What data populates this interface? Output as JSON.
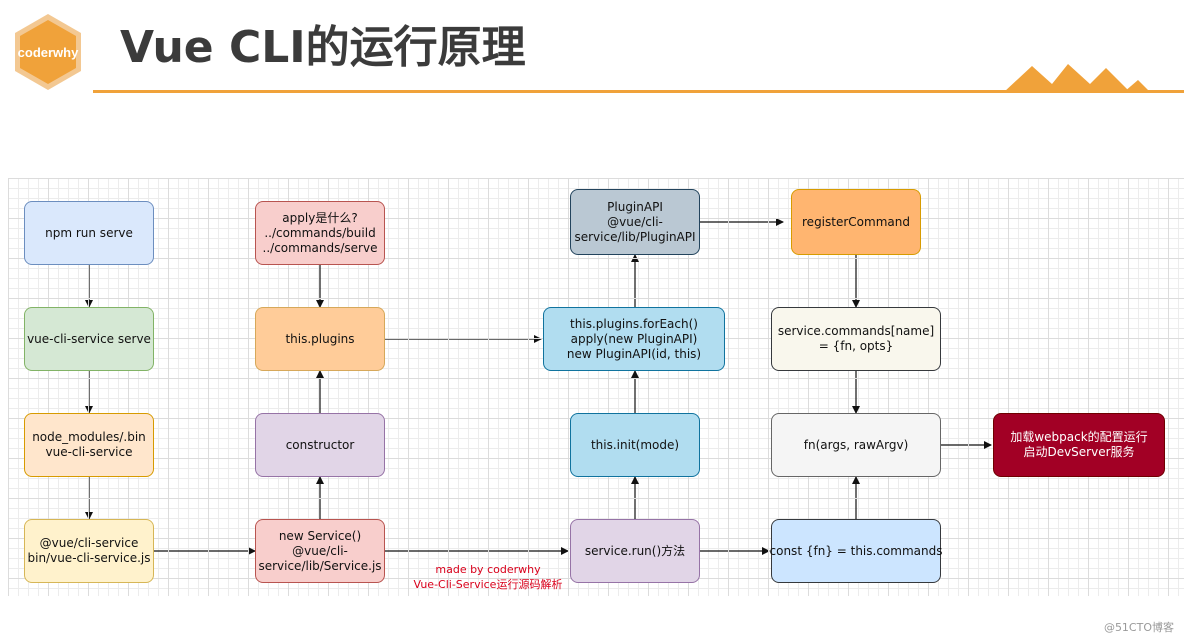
{
  "header": {
    "logo_text": "coderwhy",
    "title": "Vue CLI的运行原理",
    "accent_color": "#f0a23a"
  },
  "diagram": {
    "nodes": {
      "npm_run_serve": [
        "npm run serve"
      ],
      "vue_cli_service_serve": [
        "vue-cli-service serve"
      ],
      "node_modules_bin": [
        "node_modules/.bin",
        "vue-cli-service"
      ],
      "vue_cli_service_js": [
        "@vue/cli-service",
        "bin/vue-cli-service.js"
      ],
      "apply_question": [
        "apply是什么?",
        "../commands/build",
        "../commands/serve"
      ],
      "this_plugins": [
        "this.plugins"
      ],
      "constructor": [
        "constructor"
      ],
      "new_service": [
        "new Service()",
        "@vue/cli-",
        "service/lib/Service.js"
      ],
      "plugin_api": [
        "PluginAPI",
        "@vue/cli-",
        "service/lib/PluginAPI"
      ],
      "plugins_foreach": [
        "this.plugins.forEach()",
        "apply(new PluginAPI)",
        "new PluginAPI(id, this)"
      ],
      "this_init": [
        "this.init(mode)"
      ],
      "service_run": [
        "service.run()方法"
      ],
      "register_command": [
        "registerCommand"
      ],
      "service_commands": [
        "service.commands[name]",
        "= {fn, opts}"
      ],
      "fn_args": [
        "fn(args, rawArgv)"
      ],
      "const_fn": [
        "const {fn} = this.commands"
      ],
      "load_webpack": [
        "加载webpack的配置运行",
        "启动DevServer服务"
      ]
    },
    "note": [
      "made by coderwhy",
      "Vue-Cli-Service运行源码解析"
    ]
  },
  "watermark": "@51CTO博客"
}
